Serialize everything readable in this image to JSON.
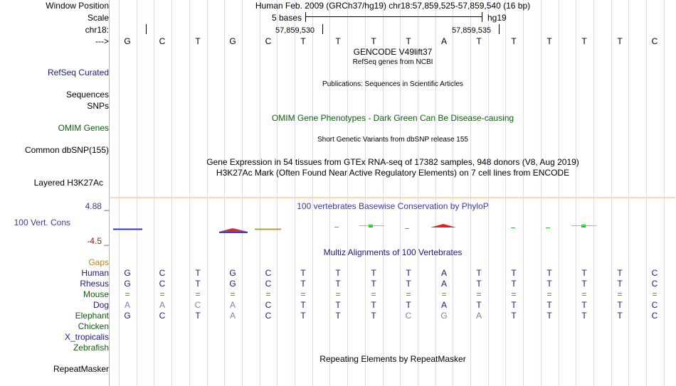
{
  "header": {
    "window_position_label": "Window Position",
    "scale_label": "Scale",
    "chr_label": "chr18:",
    "arrow_label": "--->",
    "assembly_text": "Human Feb. 2009 (GRCh37/hg19)   chr18:57,859,525-57,859,540 (16 bp)",
    "scale_text": "5 bases",
    "scale_build": "hg19",
    "coord_left": "57,859,530",
    "coord_right": "57,859,535"
  },
  "ruler_bases": [
    "G",
    "C",
    "T",
    "G",
    "C",
    "T",
    "T",
    "T",
    "T",
    "A",
    "T",
    "T",
    "T",
    "T",
    "T",
    "C"
  ],
  "track_labels": {
    "refseq": "RefSeq Curated",
    "sequences": "Sequences",
    "snps": "SNPs",
    "omim": "OMIM Genes",
    "dbsnp": "Common dbSNP(155)",
    "h3k27ac": "Layered H3K27Ac",
    "cons_max": "4.88 _",
    "cons": "100 Vert. Cons",
    "cons_min": "-4.5 _",
    "gaps": "Gaps",
    "human": "Human",
    "rhesus": "Rhesus",
    "mouse": "Mouse",
    "dog": "Dog",
    "elephant": "Elephant",
    "chicken": "Chicken",
    "xtrop": "X_tropicalis",
    "zebrafish": "Zebrafish",
    "repeatmasker": "RepeatMasker"
  },
  "track_titles": {
    "gencode": "GENCODE V49lift37",
    "refseq_sub": "RefSeq genes from NCBI",
    "publications": "Publications: Sequences in Scientific Articles",
    "omim": "OMIM Gene Phenotypes - Dark Green Can Be Disease-causing",
    "dbsnp": "Short Genetic Variants from dbSNP release 155",
    "gtex": "Gene Expression in 54 tissues from GTEx RNA-seq of 17382 samples, 948 donors (V8, Aug 2019)",
    "h3k27ac": "H3K27Ac Mark (Often Found Near Active Regulatory Elements) on 7 cell lines from ENCODE",
    "phylop": "100 vertebrates Basewise Conservation by PhyloP",
    "multiz": "Multiz Alignments of 100 Vertebrates",
    "repeatmasker": "Repeating Elements by RepeatMasker"
  },
  "alignment": {
    "human": [
      "G",
      "C",
      "T",
      "G",
      "C",
      "T",
      "T",
      "T",
      "T",
      "A",
      "T",
      "T",
      "T",
      "T",
      "T",
      "C"
    ],
    "rhesus": [
      "G",
      "C",
      "T",
      "G",
      "C",
      "T",
      "T",
      "T",
      "T",
      "A",
      "T",
      "T",
      "T",
      "T",
      "T",
      "C"
    ],
    "mouse": [
      "=",
      "=",
      "=",
      "=",
      "=",
      "=",
      "=",
      "=",
      "=",
      "=",
      "=",
      "=",
      "=",
      "=",
      "=",
      "="
    ],
    "dog": [
      "A",
      "A",
      "C",
      "A",
      "C",
      "T",
      "T",
      "T",
      "T",
      "A",
      "T",
      "T",
      "T",
      "T",
      "T",
      "C"
    ],
    "elephant": [
      "G",
      "C",
      "T",
      "A",
      "C",
      "T",
      "T",
      "T",
      "C",
      "G",
      "A",
      "T",
      "T",
      "T",
      "T",
      "C"
    ]
  },
  "colors": {
    "label_blue": "#1a1a80",
    "label_green": "#0d5d0d",
    "cons_blue": "#3a3aa0",
    "cons_min_red": "#8b2020",
    "gaps_orange": "#cc8000",
    "mouse_green": "#4a8a4a",
    "mismatch_gray": "#8080b0"
  }
}
